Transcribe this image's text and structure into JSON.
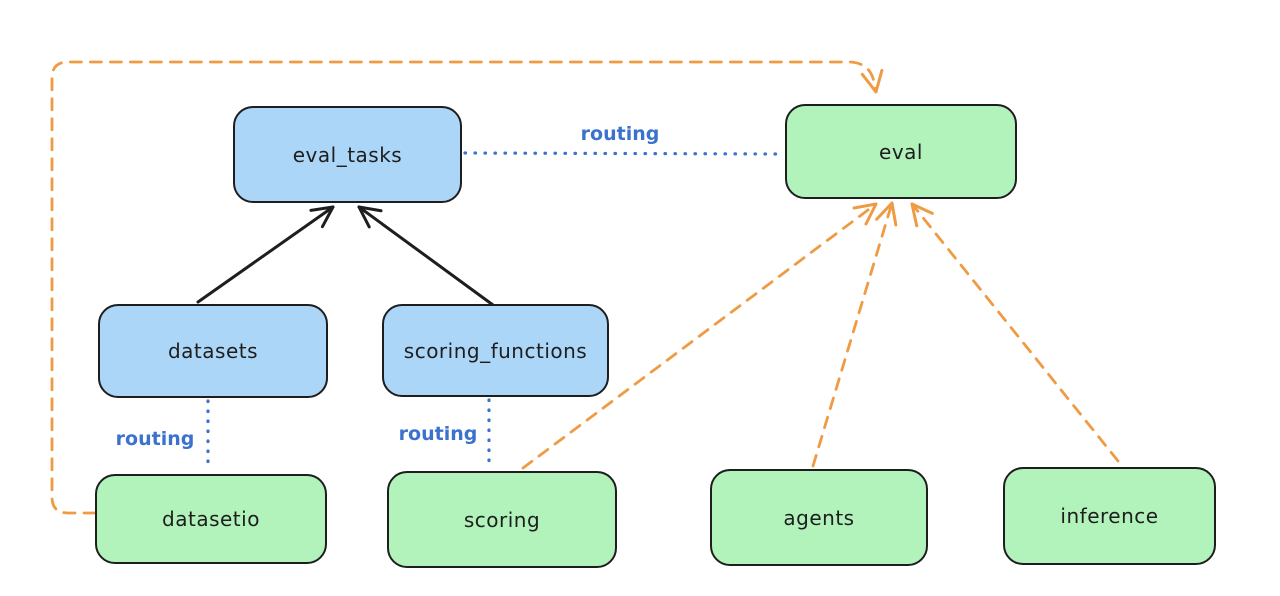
{
  "diagram": {
    "nodes": [
      {
        "id": "eval_tasks",
        "label": "eval_tasks",
        "kind": "registry",
        "fill": "blue"
      },
      {
        "id": "eval",
        "label": "eval",
        "kind": "api",
        "fill": "green"
      },
      {
        "id": "datasets",
        "label": "datasets",
        "kind": "registry",
        "fill": "blue"
      },
      {
        "id": "scoring_functions",
        "label": "scoring_functions",
        "kind": "registry",
        "fill": "blue"
      },
      {
        "id": "datasetio",
        "label": "datasetio",
        "kind": "api",
        "fill": "green"
      },
      {
        "id": "scoring",
        "label": "scoring",
        "kind": "api",
        "fill": "green"
      },
      {
        "id": "agents",
        "label": "agents",
        "kind": "api",
        "fill": "green"
      },
      {
        "id": "inference",
        "label": "inference",
        "kind": "api",
        "fill": "green"
      }
    ],
    "edges": [
      {
        "from": "datasets",
        "to": "eval_tasks",
        "style": "solid-black-arrow",
        "label": ""
      },
      {
        "from": "scoring_functions",
        "to": "eval_tasks",
        "style": "solid-black-arrow",
        "label": ""
      },
      {
        "from": "eval_tasks",
        "to": "eval",
        "style": "dotted-blue",
        "label": "routing"
      },
      {
        "from": "datasets",
        "to": "datasetio",
        "style": "dotted-blue",
        "label": "routing"
      },
      {
        "from": "scoring_functions",
        "to": "scoring",
        "style": "dotted-blue",
        "label": "routing"
      },
      {
        "from": "datasetio",
        "to": "eval",
        "style": "dashed-orange-arrow",
        "label": ""
      },
      {
        "from": "scoring",
        "to": "eval",
        "style": "dashed-orange-arrow",
        "label": ""
      },
      {
        "from": "agents",
        "to": "eval",
        "style": "dashed-orange-arrow",
        "label": ""
      },
      {
        "from": "inference",
        "to": "eval",
        "style": "dashed-orange-arrow",
        "label": ""
      }
    ],
    "colors": {
      "background": "#ffffff",
      "node_stroke": "#1e1e1e",
      "node_blue_fill": "#abd6f8",
      "node_green_fill": "#b2f2bb",
      "routing_blue": "#3b72cd",
      "orange": "#ef9b43",
      "black_arrow": "#1e1e1e"
    }
  }
}
